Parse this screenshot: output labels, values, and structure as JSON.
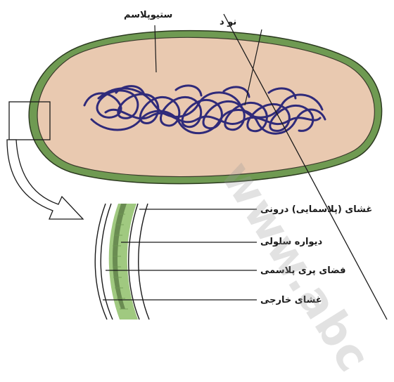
{
  "labels": {
    "cytoplasm": "ستیوپلاسم",
    "nucleoid": "نو  د",
    "inner_membrane": "غشای (پلاسمایی) درونی",
    "cell_wall": "دیواره سلولی",
    "periplasmic_space": "فضای پری پلاسمی",
    "outer_membrane": "غشای خارجی"
  },
  "watermark": "www.abc",
  "colors": {
    "cytoplasm_fill": "#e9c9b0",
    "cell_envelope": "#6f9a52",
    "dna_strand": "#2f2a7a",
    "wall_stripe": "#8fc06a",
    "outline": "#222222"
  }
}
